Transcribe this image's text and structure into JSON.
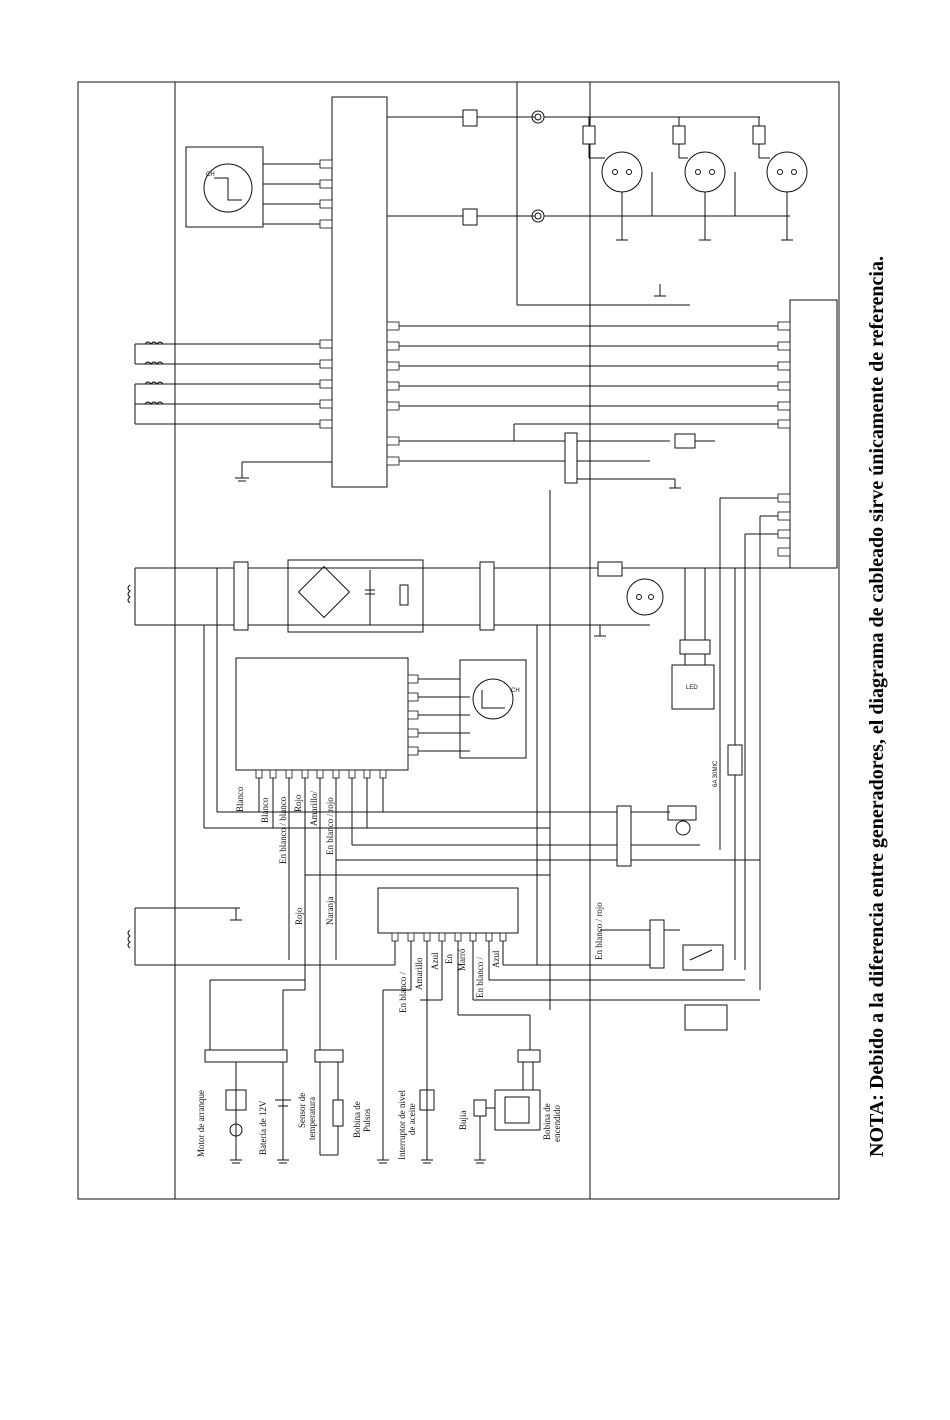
{
  "note": "NOTA: Debido a la diferencia entre generadores, el diagrama de cableado sirve únicamente de referencia.",
  "wire_labels": {
    "blanco_1": "Blanco",
    "blanco_2": "Blanco",
    "en_blanco_blanco": "En blanco / blanco",
    "rojo_1": "Rojo",
    "amarillo": "Amarillo/",
    "en_blanco_rojo_1": "En blanco / rojo",
    "rojo_2": "Rojo",
    "naranja": "Naranja",
    "en_blanco_1": "En blanco /",
    "amarillo_2": "Amarillo",
    "azul_1": "Azul",
    "en": "En",
    "marron": "Marró",
    "en_blanco_2": "En blanco /",
    "azul_2": "Azul",
    "en_blanco_rojo_2": "En blanco / rojo"
  },
  "components": {
    "motor": "Motor de arranque",
    "bateria": "Batería de 12V",
    "sensor_1": "Sensor de",
    "sensor_2": "temperatura",
    "bobina_pulsos_1": "Bobina de",
    "bobina_pulsos_2": "Pulsos",
    "interruptor_1": "Interruptor de nivel",
    "interruptor_2": "de aceite",
    "bujia": "Bujía",
    "bobina_encendido_1": "Bobina de",
    "bobina_encendido_2": "encendido",
    "led": "LED",
    "breaker": "6A 30MIC"
  },
  "colors": {
    "line": "#111111",
    "background": "#ffffff"
  }
}
